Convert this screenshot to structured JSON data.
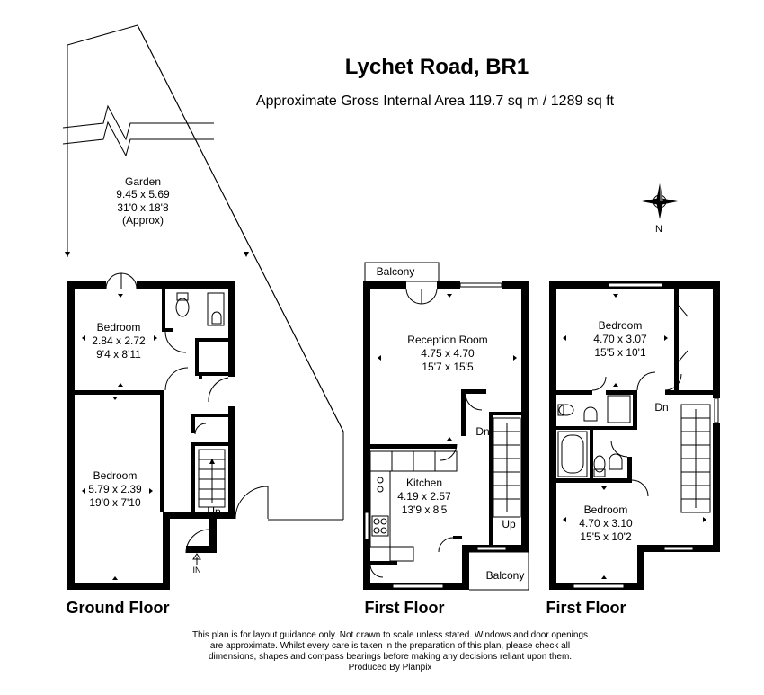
{
  "header": {
    "title": "Lychet Road, BR1",
    "subtitle": "Approximate Gross Internal Area 119.7 sq m / 1289 sq ft"
  },
  "compass": {
    "label": "N"
  },
  "garden": {
    "name": "Garden",
    "metric": "9.45 x 5.69",
    "imperial": "31'0 x 18'8",
    "note": "(Approx)"
  },
  "ground_floor": {
    "title": "Ground Floor",
    "bedroom_top": {
      "name": "Bedroom",
      "metric": "2.84 x 2.72",
      "imperial": "9'4 x 8'11"
    },
    "bedroom_bottom": {
      "name": "Bedroom",
      "metric": "5.79 x 2.39",
      "imperial": "19'0 x 7'10"
    },
    "stairs_label": "Up",
    "entrance_label": "IN"
  },
  "first_floor_a": {
    "title": "First Floor",
    "balcony_top": "Balcony",
    "reception": {
      "name": "Reception Room",
      "metric": "4.75 x 4.70",
      "imperial": "15'7 x 15'5"
    },
    "kitchen": {
      "name": "Kitchen",
      "metric": "4.19 x 2.57",
      "imperial": "13'9 x 8'5"
    },
    "stairs_down": "Dn",
    "stairs_up": "Up",
    "balcony_bottom": "Balcony"
  },
  "first_floor_b": {
    "title": "First Floor",
    "bedroom_top": {
      "name": "Bedroom",
      "metric": "4.70 x 3.07",
      "imperial": "15'5 x 10'1"
    },
    "bedroom_bottom": {
      "name": "Bedroom",
      "metric": "4.70 x 3.10",
      "imperial": "15'5 x 10'2"
    },
    "stairs_down": "Dn"
  },
  "footer": {
    "line1": "This plan is for layout guidance only. Not drawn to scale unless stated. Windows and door openings",
    "line2": "are approximate. Whilst every care is taken in the preparation of this plan, please check all",
    "line3": "dimensions, shapes and compass bearings before making any decisions reliant upon them.",
    "line4": "Produced By Planpix"
  }
}
